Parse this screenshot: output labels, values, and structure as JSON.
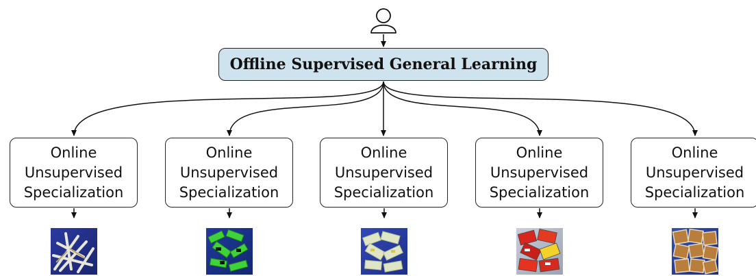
{
  "top_node": {
    "label": "Offline Supervised General Learning"
  },
  "user_icon": "user-icon",
  "colors": {
    "top_box_fill": "#cfe3ef",
    "border": "#222222"
  },
  "specialization_nodes": [
    {
      "line1": "Online",
      "line2": "Unsupervised",
      "line3": "Specialization",
      "thumbnail": "product-batch-1"
    },
    {
      "line1": "Online",
      "line2": "Unsupervised",
      "line3": "Specialization",
      "thumbnail": "product-batch-2"
    },
    {
      "line1": "Online",
      "line2": "Unsupervised",
      "line3": "Specialization",
      "thumbnail": "product-batch-3"
    },
    {
      "line1": "Online",
      "line2": "Unsupervised",
      "line3": "Specialization",
      "thumbnail": "product-batch-4"
    },
    {
      "line1": "Online",
      "line2": "Unsupervised",
      "line3": "Specialization",
      "thumbnail": "product-batch-5"
    }
  ]
}
